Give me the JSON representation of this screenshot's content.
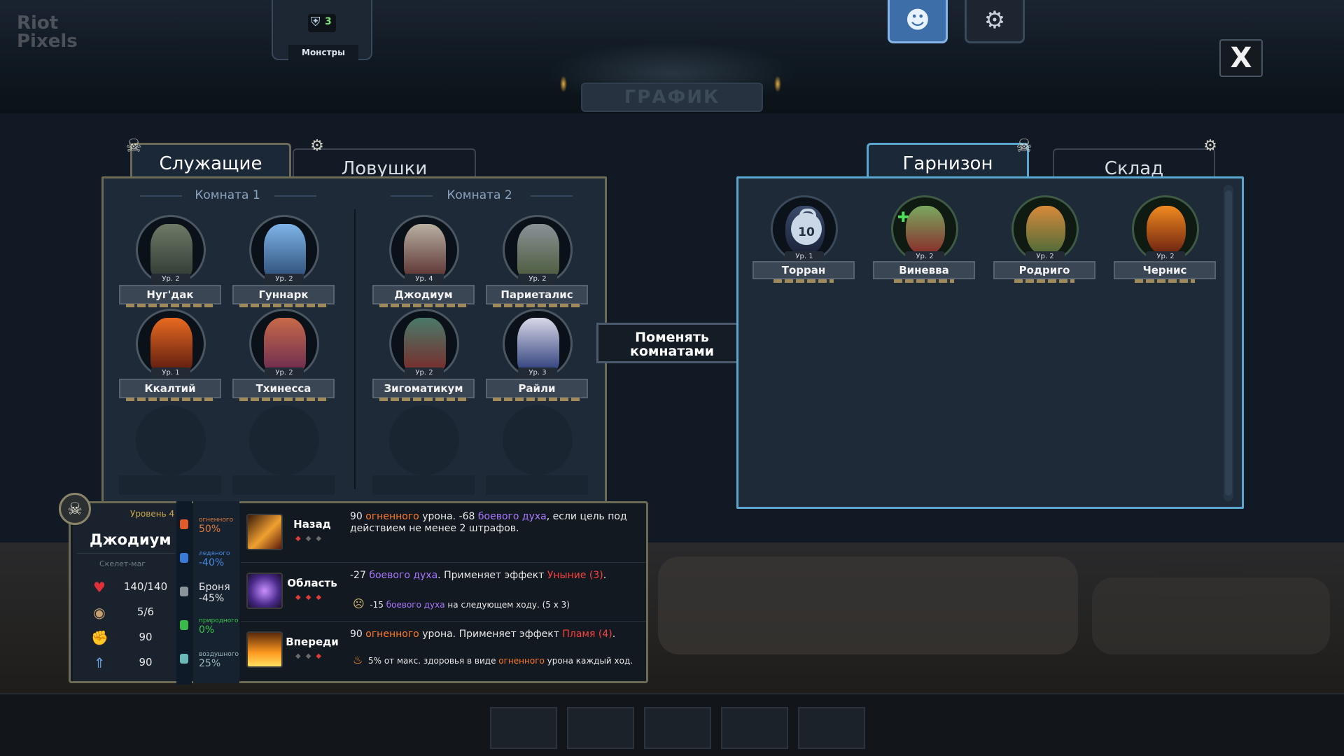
{
  "watermark": "Riot Pixels",
  "top": {
    "monsters_label": "Монстры",
    "monsters_count": "3",
    "schedule_label": "ГРАФИК",
    "close_label": "X"
  },
  "staff": {
    "tab_staff": "Служащие",
    "tab_traps": "Ловушки",
    "room1_title": "Комната 1",
    "room2_title": "Комната 2",
    "members": [
      {
        "name": "Нуг'дак",
        "level": "Ур. 2"
      },
      {
        "name": "Гуннарк",
        "level": "Ур. 2"
      },
      {
        "name": "Джодиум",
        "level": "Ур. 4"
      },
      {
        "name": "Париеталис",
        "level": "Ур. 2"
      },
      {
        "name": "Ккалтий",
        "level": "Ур. 1"
      },
      {
        "name": "Тхинесса",
        "level": "Ур. 2"
      },
      {
        "name": "Зигоматикум",
        "level": "Ур. 2"
      },
      {
        "name": "Райли",
        "level": "Ур. 3"
      }
    ],
    "swap_button_line1": "Поменять",
    "swap_button_line2": "комнатами"
  },
  "garrison": {
    "tab_garrison": "Гарнизон",
    "tab_storage": "Склад",
    "members": [
      {
        "name": "Торран",
        "level": "Ур. 1",
        "lock": "10"
      },
      {
        "name": "Виневва",
        "level": "Ур. 2"
      },
      {
        "name": "Родриго",
        "level": "Ур. 2"
      },
      {
        "name": "Чернис",
        "level": "Ур. 2"
      }
    ]
  },
  "detail": {
    "level": "Уровень 4",
    "name": "Джодиум",
    "class": "Скелет-маг",
    "hp": "140/140",
    "stress": "5/6",
    "attack": "90",
    "speed": "90",
    "resist": {
      "fire_label": "огненного",
      "fire_value": "50%",
      "ice_label": "ледяного",
      "ice_value": "-40%",
      "armor_label": "Броня",
      "armor_value": "-45%",
      "nature_label": "природного",
      "nature_value": "0%",
      "air_label": "воздушного",
      "air_value": "25%"
    },
    "skills": [
      {
        "name": "Назад",
        "d1": "90 ",
        "d2": "огненного",
        "d3": " урона. -68 ",
        "d4": "боевого духа",
        "d5": ", если цель под действием не менее 2 штрафов."
      },
      {
        "name": "Область",
        "d1": "-27 ",
        "d2": "боевого духа",
        "d3": ". Применяет эффект ",
        "d4": "Уныние (3)",
        "d5": ".",
        "s1": "-15 ",
        "s2": "боевого духа",
        "s3": " на следующем ходу. (5 x 3)"
      },
      {
        "name": "Впереди",
        "d1": "90 ",
        "d2": "огненного",
        "d3": " урона. Применяет эффект ",
        "d4": "Пламя (4)",
        "d5": ".",
        "s1": "5% от макс. здоровья в виде ",
        "s2": "огненного",
        "s3": " урона каждый ход."
      }
    ]
  },
  "icons": {
    "shield": "shield-icon",
    "demon": "demon-icon",
    "gear": "gear-icon",
    "skull": "skull-icon",
    "heart": "heart-icon"
  },
  "colors": {
    "fire": "#ff7a28",
    "morale": "#a978ff",
    "debuff": "#ff4040",
    "staff_border": "#6b6a55",
    "garrison_border": "#5aa6cf"
  }
}
